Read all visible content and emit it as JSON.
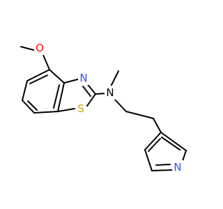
{
  "molecule": {
    "atoms": {
      "oxygen": {
        "label": "O",
        "color": "#ff0d0d"
      },
      "thiazole_nitrogen": {
        "label": "N",
        "color": "#3050f8"
      },
      "sulfur": {
        "label": "S",
        "color": "#c8a600"
      },
      "amine_nitrogen": {
        "label": "N",
        "color": "#000000"
      },
      "pyridine_nitrogen": {
        "label": "N",
        "color": "#3050f8"
      }
    },
    "bond_color": "#000000",
    "background": "#ffffff"
  }
}
